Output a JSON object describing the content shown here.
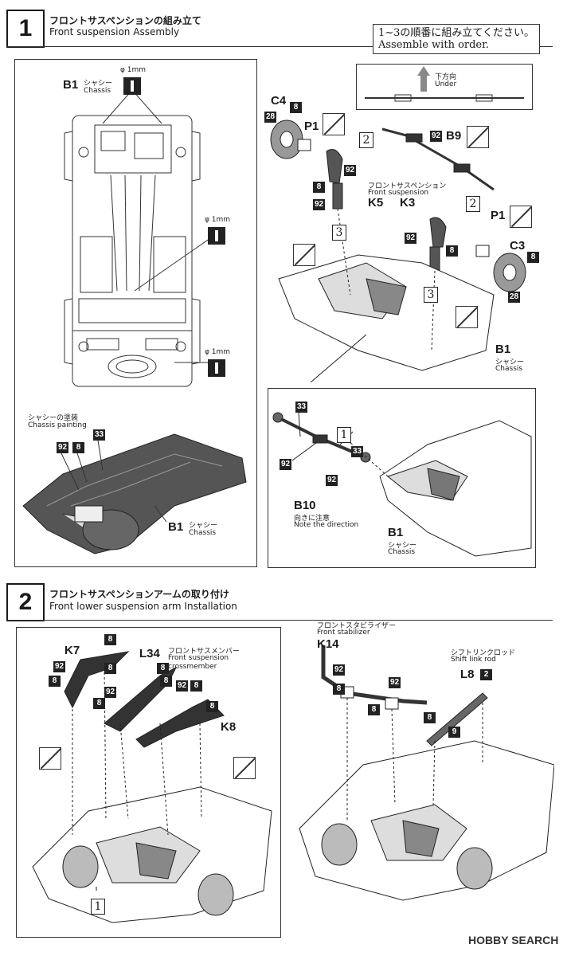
{
  "step1": {
    "number": "1",
    "title_jp": "フロントサスペンションの組み立て",
    "title_en": "Front suspension Assembly",
    "left_panel": {
      "b1_label": "B1",
      "b1_jp": "シャシー",
      "b1_en": "Chassis",
      "drill1": "φ 1mm",
      "drill2": "φ 1mm",
      "drill3": "φ 1mm",
      "painting_jp": "シャシーの塗装",
      "painting_en": "Chassis painting",
      "codes": [
        "92",
        "8",
        "33"
      ],
      "bottom_b1": "B1",
      "bottom_b1_jp": "シャシー",
      "bottom_b1_en": "Chassis"
    },
    "right_panel": {
      "order_jp": "1~3の順番に組み立てください。",
      "order_en": "Assemble with order.",
      "under_jp": "下方向",
      "under_en": "Under",
      "c4": "C4",
      "p1_left": "P1",
      "k5": "K5",
      "k3": "K3",
      "b9": "B9",
      "p1_right": "P1",
      "c3": "C3",
      "b1": "B1",
      "b1_jp": "シャシー",
      "b1_en": "Chassis",
      "front_susp_jp": "フロントサスペンション",
      "front_susp_en": "Front suspension",
      "seq": [
        "2",
        "2",
        "3",
        "3"
      ],
      "codes": [
        "28",
        "8",
        "92",
        "8",
        "92",
        "92",
        "8",
        "92",
        "8",
        "28",
        "8"
      ]
    },
    "sub_panel": {
      "b10": "B10",
      "b10_jp": "向きに注意",
      "b10_en": "Note the direction",
      "b1": "B1",
      "b1_jp": "シャシー",
      "b1_en": "Chassis",
      "seq": "1",
      "codes": [
        "33",
        "92",
        "33",
        "92"
      ]
    }
  },
  "step2": {
    "number": "2",
    "title_jp": "フロントサスペンションアームの取り付け",
    "title_en": "Front lower suspension arm Installation",
    "left_panel": {
      "k7": "K7",
      "l34": "L34",
      "k8": "K8",
      "crossmember_jp": "フロントサスメンバー",
      "crossmember_en1": "Front suspension",
      "crossmember_en2": "crossmember",
      "seq": "1",
      "codes": [
        "8",
        "92",
        "8",
        "8",
        "8",
        "92",
        "92",
        "8",
        "8",
        "8",
        "8"
      ]
    },
    "right_panel": {
      "stab_jp": "フロントスタビライザー",
      "stab_en": "Front stabilizer",
      "k14": "K14",
      "shift_jp": "シフトリンクロッド",
      "shift_en": "Shift link rod",
      "l8": "L8",
      "l8_code": "2",
      "codes": [
        "92",
        "8",
        "92",
        "8",
        "8",
        "9"
      ]
    }
  },
  "footer": {
    "logo": "HOBBY SEARCH"
  },
  "colors": {
    "ink": "#1a1a1a",
    "code_bg": "#222222",
    "part_gray": "#555555"
  }
}
